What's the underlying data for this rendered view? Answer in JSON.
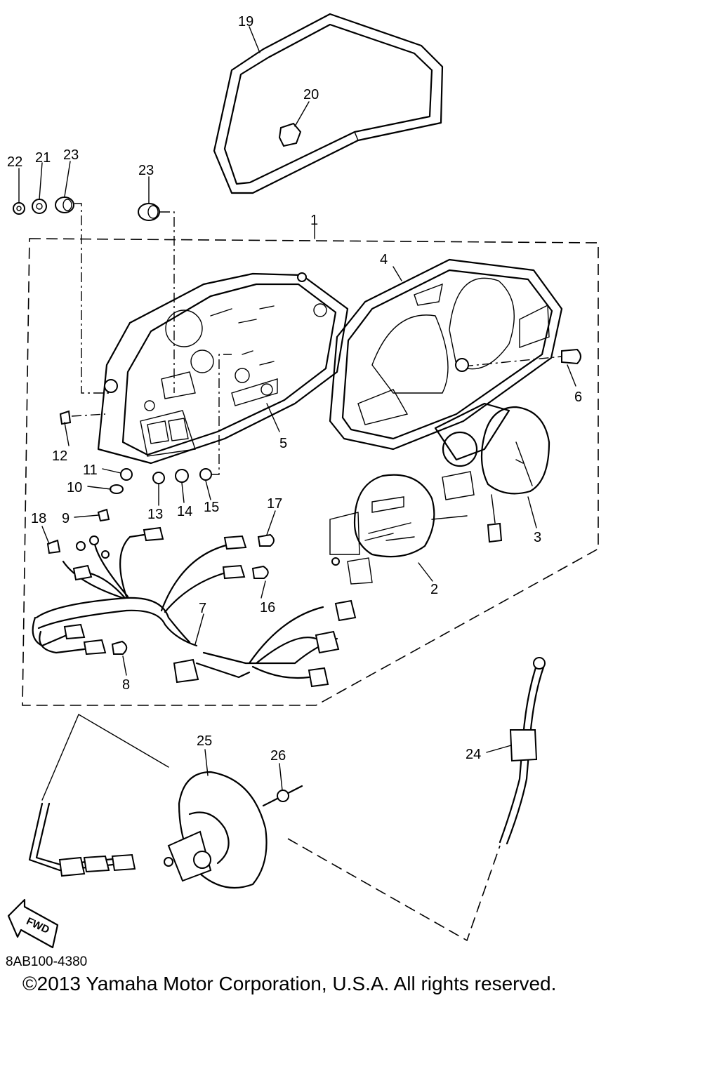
{
  "diagram": {
    "code": "8AB100-4380",
    "copyright": "©2013 Yamaha Motor Corporation, U.S.A. All rights reserved.",
    "fwd_label": "FWD",
    "callouts": [
      "1",
      "2",
      "3",
      "4",
      "5",
      "6",
      "7",
      "8",
      "9",
      "10",
      "11",
      "12",
      "13",
      "14",
      "15",
      "16",
      "17",
      "18",
      "19",
      "20",
      "21",
      "22",
      "23",
      "23",
      "24",
      "25",
      "26"
    ]
  }
}
